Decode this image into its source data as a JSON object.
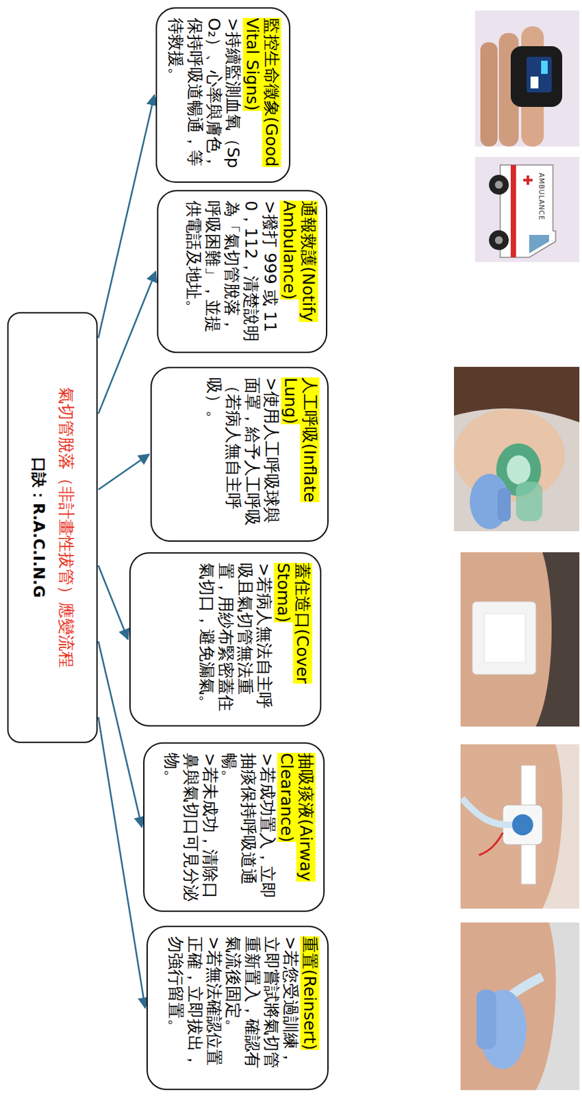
{
  "diagram": {
    "nodes": [
      {
        "text": [
          "氣切管脫落（非計畫性拔管）應變流程",
          "口訣：R.A.C.I.N.G"
        ]
      },
      {
        "text": [
          "重置(Reinsert)",
          ">若您受過訓練，立即嘗試將氣切管重新置入，確認有氣流後固定。",
          ">若無法確認位置正確，立即拔出，勿強行留置。"
        ]
      },
      {
        "text": [
          "抽吸痰液(Airway Clearance)",
          ">若成功置入，立即抽痰保持呼吸道通暢。",
          ">若未成功，清除口鼻與氣切口可見分泌物。"
        ]
      },
      {
        "text": [
          "蓋住造口(Cover Stoma)",
          ">若病人無法自主呼吸且氣切管無法重置，用紗布緊密蓋住氣切口，避免漏氣。"
        ]
      },
      {
        "text": [
          "人工呼吸(Inflate Lung)",
          ">使用人工呼吸球與面罩，給予人工呼吸（若病人無自主呼吸）。"
        ]
      },
      {
        "text": [
          "通報救護(Notify Ambulance)",
          ">撥打 999 或 110，112，清楚說明為「氣切管脫落，呼吸困難」，並提供電話及地址。"
        ]
      },
      {
        "text": [
          "監控生命徵象(Good Vital Signs)",
          ">持續監測血氧（SpO₂）、心率與膚色，保持呼吸道暢通，等待救援。"
        ]
      }
    ],
    "edges": [
      {
        "from": 0,
        "to": 1,
        "arrow": "to"
      },
      {
        "from": 0,
        "to": 2,
        "arrow": "to"
      },
      {
        "from": 0,
        "to": 3,
        "arrow": "to"
      },
      {
        "from": 0,
        "to": 4,
        "arrow": "to"
      },
      {
        "from": 0,
        "to": 5,
        "arrow": "to"
      },
      {
        "from": 0,
        "to": 6,
        "arrow": "to"
      }
    ],
    "labels": [
      "AMBULANCE"
    ]
  }
}
